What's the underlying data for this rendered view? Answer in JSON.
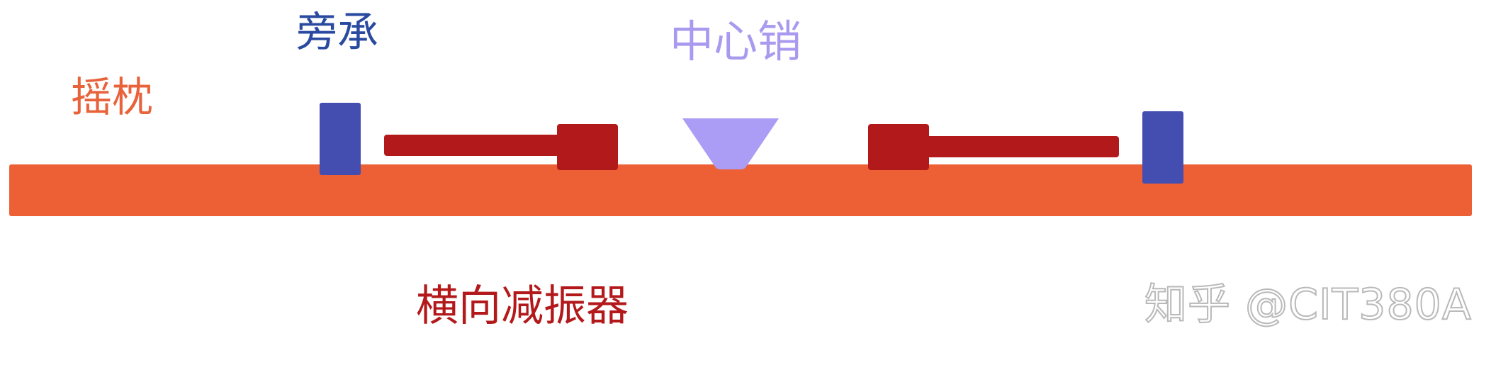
{
  "labels": {
    "bolster": "摇枕",
    "side_bearing": "旁承",
    "center_pin": "中心销",
    "lateral_damper": "横向减振器"
  },
  "watermark": "知乎 @CIT380A",
  "colors": {
    "bolster": "#ed5f35",
    "side_bearing": "#444db0",
    "side_bearing_text": "#2a4aa0",
    "center_pin": "#ab9cf5",
    "lateral_damper": "#b2191a",
    "watermark": "#b9b9b9"
  }
}
